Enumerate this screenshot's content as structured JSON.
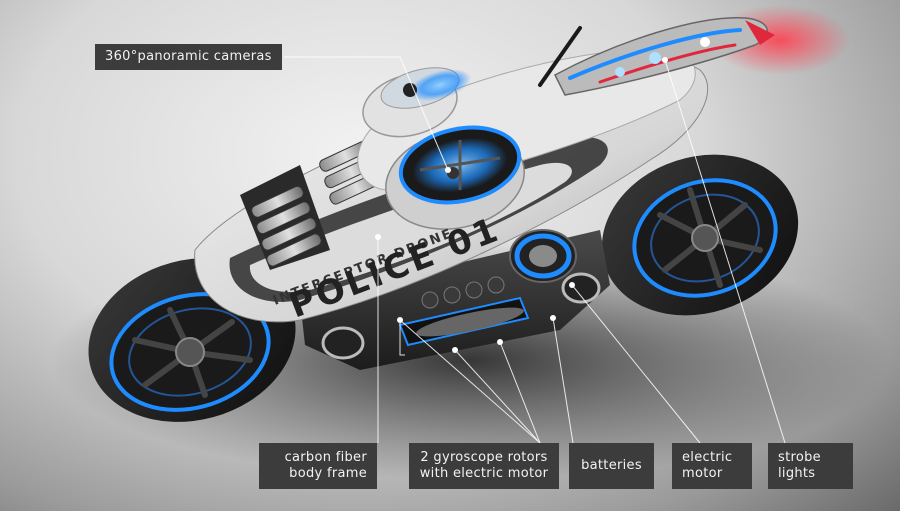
{
  "labels": {
    "cameras": "360°panoramic cameras",
    "carbon_fiber": [
      "carbon fiber",
      "body frame"
    ],
    "gyroscope": [
      "2 gyroscope rotors",
      "with electric motor"
    ],
    "batteries": "batteries",
    "electric_motor": [
      "electric",
      "motor"
    ],
    "strobe": [
      "strobe",
      "lights"
    ]
  },
  "body_text": {
    "top_line": "INTERCEPTOR DRONE",
    "main_line": "POLICE 01"
  },
  "colors": {
    "accent_blue": "#1e8cff",
    "strobe_red": "#e0283c",
    "callout_bg": "#3c3c3c",
    "callout_text": "#f2f2f2",
    "body_white": "#e6e6e6",
    "dark_metal": "#2a2a2a"
  }
}
